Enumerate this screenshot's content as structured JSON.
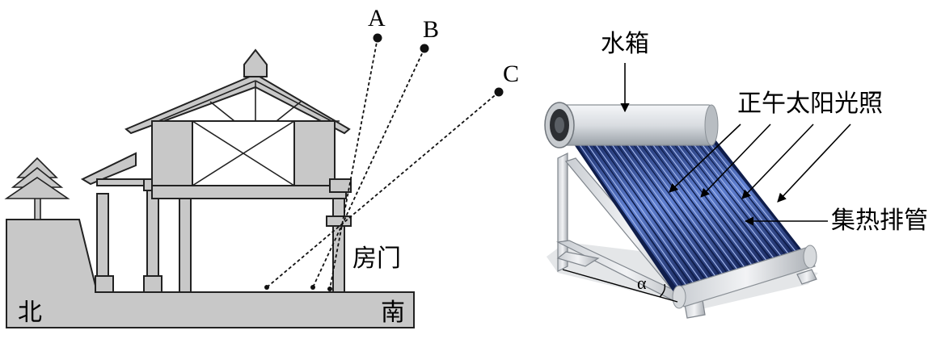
{
  "left_figure": {
    "sun_points": [
      "A",
      "B",
      "C"
    ],
    "door_label": "房门",
    "north_label": "北",
    "south_label": "南"
  },
  "right_figure": {
    "water_tank_label": "水箱",
    "sunlight_label": "正午太阳光照",
    "collector_tubes_label": "集热排管",
    "angle_label": "α"
  }
}
